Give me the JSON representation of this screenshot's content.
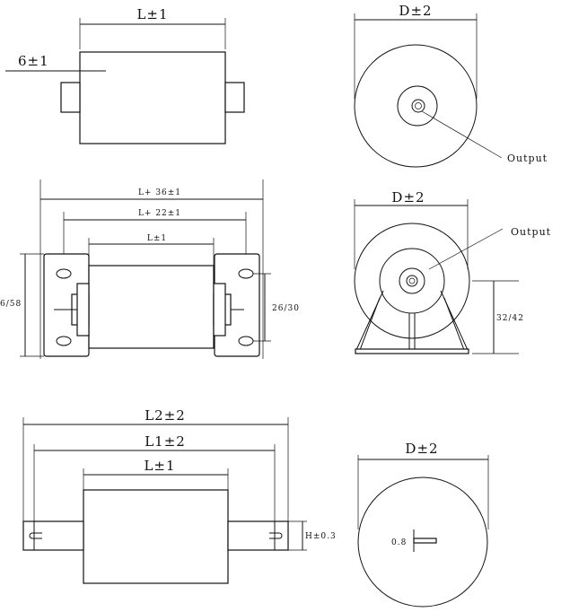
{
  "figure_1_axial": {
    "length_label": "L±1",
    "offset_label": "6±1"
  },
  "figure_1_end_view": {
    "diameter_label": "D±2",
    "output_label": "Output"
  },
  "figure_2_bracket": {
    "overall_length_label": "L+ 36±1",
    "hole_spacing_label": "L+ 22±1",
    "body_length_label": "L±1",
    "bracket_height_label": "6/58",
    "hole_pitch_label": "26/30"
  },
  "figure_2_end_view": {
    "diameter_label": "D±2",
    "output_label": "Output",
    "mount_height_label": "32/42"
  },
  "figure_3_axial": {
    "overall_length_label": "L2±2",
    "terminal_length_label": "L1±2",
    "body_length_label": "L±1",
    "terminal_height_label": "H±0.3"
  },
  "figure_3_end_view": {
    "diameter_label": "D±2",
    "tab_thickness_label": "0.8"
  }
}
